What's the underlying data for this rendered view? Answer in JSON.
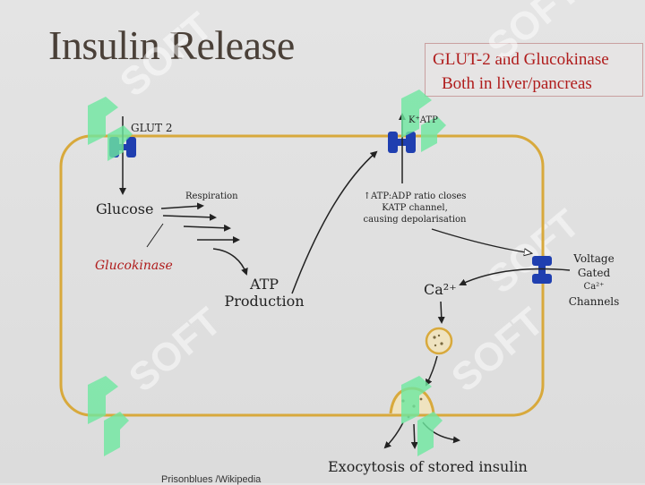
{
  "title": "Insulin Release",
  "callout": {
    "line1": "GLUT-2 and Glucokinase",
    "line2": "Both in liver/pancreas"
  },
  "labels": {
    "glut2": "GLUT 2",
    "k_atp": "K⁺ATP",
    "glucose": "Glucose",
    "respiration": "Respiration",
    "glucokinase": "Glucokinase",
    "atp_line1": "ATP",
    "atp_line2": "Production",
    "ratio_line1": "↑ATP:ADP ratio closes",
    "ratio_line2": "KATP channel,",
    "ratio_line3": "causing depolarisation",
    "voltage_line1": "Voltage",
    "voltage_line2": "Gated",
    "voltage_line3": "Ca²⁺",
    "voltage_line4": "Channels",
    "ca": "Ca²⁺",
    "exocytosis": "Exocytosis of stored insulin",
    "credit": "Prisonblues /Wikipedia"
  },
  "colors": {
    "membrane": "#d8a93c",
    "channel": "#1f3fb0",
    "title": "#4a4038",
    "accent_red": "#b01c1c",
    "watermark_green": "#6ee8a0"
  }
}
